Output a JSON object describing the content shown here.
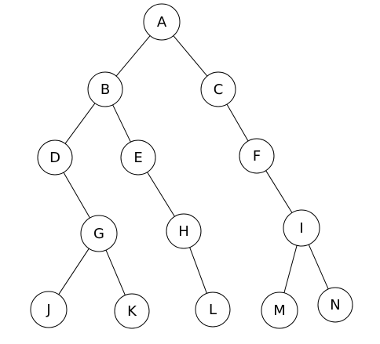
{
  "tree": {
    "nodes": [
      {
        "id": "A",
        "label": "A"
      },
      {
        "id": "B",
        "label": "B"
      },
      {
        "id": "C",
        "label": "C"
      },
      {
        "id": "D",
        "label": "D"
      },
      {
        "id": "E",
        "label": "E"
      },
      {
        "id": "F",
        "label": "F"
      },
      {
        "id": "G",
        "label": "G"
      },
      {
        "id": "H",
        "label": "H"
      },
      {
        "id": "I",
        "label": "I"
      },
      {
        "id": "J",
        "label": "J"
      },
      {
        "id": "K",
        "label": "K"
      },
      {
        "id": "L",
        "label": "L"
      },
      {
        "id": "M",
        "label": "M"
      },
      {
        "id": "N",
        "label": "N"
      }
    ],
    "edges": [
      {
        "from": "A",
        "to": "B"
      },
      {
        "from": "A",
        "to": "C"
      },
      {
        "from": "B",
        "to": "D"
      },
      {
        "from": "B",
        "to": "E"
      },
      {
        "from": "C",
        "to": "F"
      },
      {
        "from": "D",
        "to": "G"
      },
      {
        "from": "E",
        "to": "H"
      },
      {
        "from": "F",
        "to": "I"
      },
      {
        "from": "G",
        "to": "J"
      },
      {
        "from": "G",
        "to": "K"
      },
      {
        "from": "H",
        "to": "L"
      },
      {
        "from": "I",
        "to": "M"
      },
      {
        "from": "I",
        "to": "N"
      }
    ],
    "colors": {
      "node_fill": "#ffffff",
      "stroke": "#000000",
      "text": "#000000"
    }
  }
}
